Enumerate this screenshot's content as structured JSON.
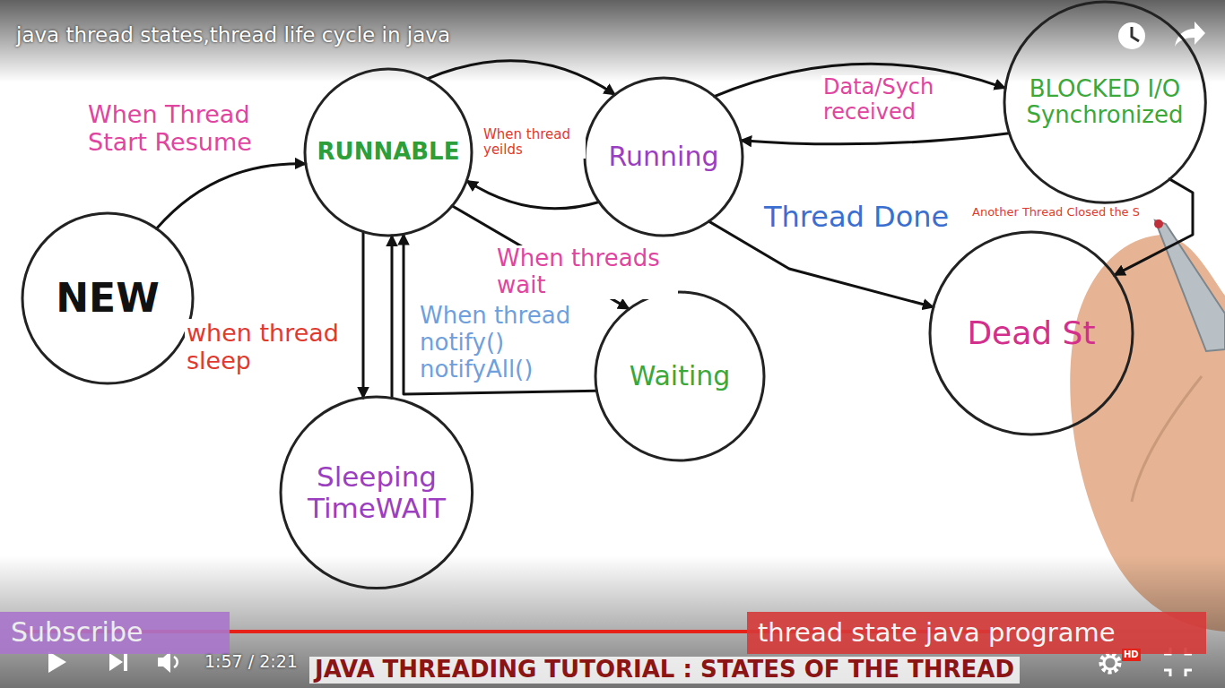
{
  "diagram": {
    "title": "java thread states,thread life cycle in java",
    "nodes": [
      {
        "text": [
          "NEW"
        ]
      },
      {
        "text": [
          "RUNNABLE"
        ]
      },
      {
        "text": [
          "Running"
        ]
      },
      {
        "text": [
          "BLOCKED I/O Synchronized"
        ]
      },
      {
        "text": [
          "Waiting"
        ]
      },
      {
        "text": [
          "Dead St"
        ]
      },
      {
        "text": [
          "Sleeping TimeWAIT"
        ]
      }
    ],
    "edges": [
      {
        "from": 0,
        "to": 1,
        "label": "When Thread Start Resume",
        "arrow": "to"
      },
      {
        "from": 1,
        "to": 2,
        "arrow": "to"
      },
      {
        "from": 2,
        "to": 1,
        "label": "When thread yeilds",
        "arrow": "to"
      },
      {
        "from": 2,
        "to": 3,
        "arrow": "to"
      },
      {
        "from": 3,
        "to": 2,
        "label": "Data/Sych received",
        "arrow": "to"
      },
      {
        "from": 2,
        "to": 5,
        "label": "Thread Done",
        "arrow": "to"
      },
      {
        "from": 3,
        "to": 5,
        "label": "Another Thread Closed the S",
        "arrow": "to"
      },
      {
        "from": 1,
        "to": 4,
        "label": "When threads wait",
        "arrow": "to"
      },
      {
        "from": 4,
        "to": 1,
        "label": "When thread notify() notifyAll()",
        "arrow": "to"
      },
      {
        "from": 1,
        "to": 6,
        "label": "when thread sleep",
        "arrow": "to"
      },
      {
        "from": 6,
        "to": 1,
        "arrow": "to"
      }
    ],
    "labels": [
      "Subscribe",
      "1:57 / 2:21",
      "thread state java programe",
      "JAVA THREADING TUTORIAL : STATES OF THE THREAD",
      "HD"
    ]
  }
}
